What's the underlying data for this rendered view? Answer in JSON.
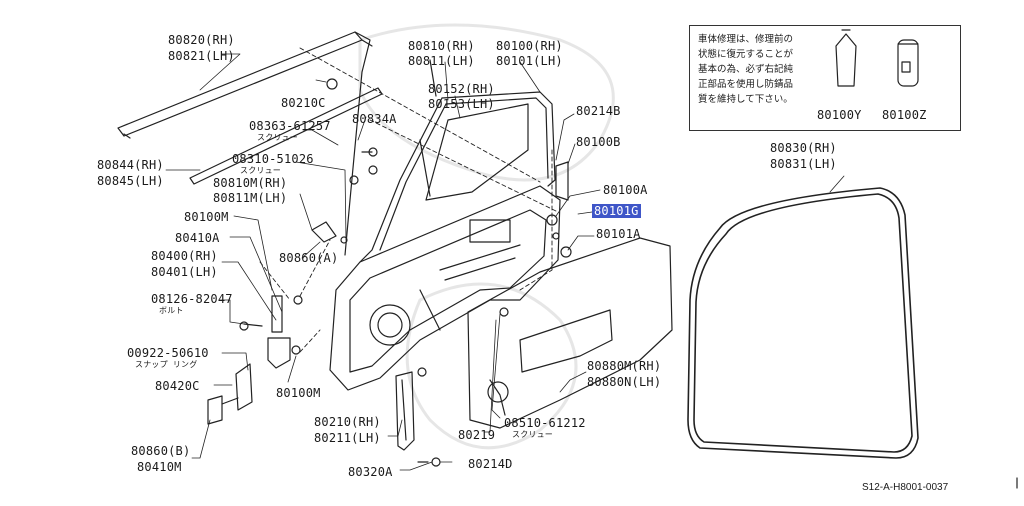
{
  "note": {
    "lines": [
      "車体修理は、修理前の",
      "状態に復元することが",
      "基本の為、必ず右記純",
      "正部品を使用し防錆品",
      "質を維持して下さい。"
    ]
  },
  "footer_code": "S12-A-H8001-0037",
  "colors": {
    "highlight": "#3f56c8",
    "line": "#222222",
    "watermark": "#cccccc"
  },
  "labels": {
    "p80820": "80820(RH)",
    "p80821": "80821(LH)",
    "p80210C": "80210C",
    "p08363": "08363-61257",
    "p08363_sub": "スクリュー",
    "p80834A": "80834A",
    "p80844": "80844(RH)",
    "p80845": "80845(LH)",
    "p08310": "08310-51026",
    "p08310_sub": "スクリュー",
    "p80810M": "80810M(RH)",
    "p80811M": "80811M(LH)",
    "p80100M_top": "80100M",
    "p80410A": "80410A",
    "p80400": "80400(RH)",
    "p80401": "80401(LH)",
    "p08126": "08126-82047",
    "p08126_sub": "ボルト",
    "p00922": "00922-50610",
    "p00922_sub": "スナップ リング",
    "p80420C": "80420C",
    "p80860B": "80860(B)",
    "p80410M": "80410M",
    "p80860A": "80860(A)",
    "p80100M_bot": "80100M",
    "p80810": "80810(RH)",
    "p80811": "80811(LH)",
    "p80100": "80100(RH)",
    "p80101": "80101(LH)",
    "p80152": "80152(RH)",
    "p80153": "80153(LH)",
    "p80214B": "80214B",
    "p80100B": "80100B",
    "p80100A": "80100A",
    "p80101G": "80101G",
    "p80101A": "80101A",
    "p80880M": "80880M(RH)",
    "p80880N": "80880N(LH)",
    "p08510": "08510-61212",
    "p08510_sub": "スクリュー",
    "p80219": "80219",
    "p80210": "80210(RH)",
    "p80211": "80211(LH)",
    "p80214D": "80214D",
    "p80320A": "80320A",
    "p80100Y": "80100Y",
    "p80100Z": "80100Z",
    "p80830": "80830(RH)",
    "p80831": "80831(LH)"
  }
}
